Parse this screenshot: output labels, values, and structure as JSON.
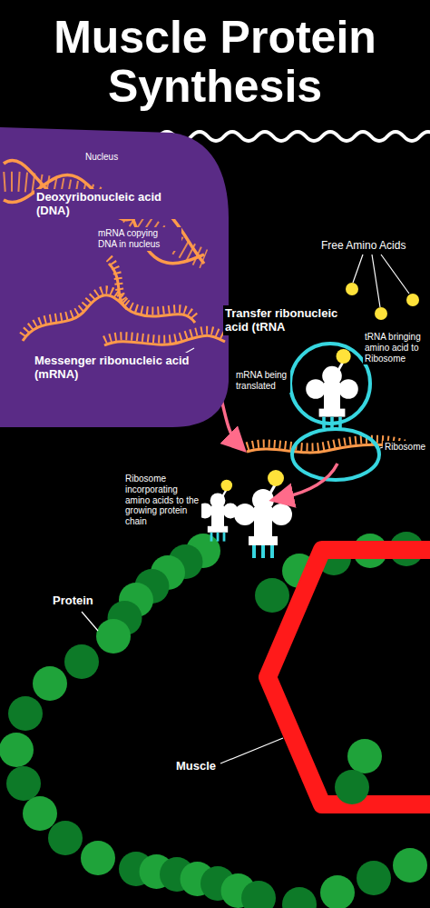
{
  "diagram": {
    "title": "Muscle Protein Synthesis",
    "nodes": [
      {
        "text": [
          "Nucleus",
          "Deoxyribonucleic acid (DNA)",
          "mRNA copying DNA in nucleus",
          "Messenger ribonucleic acid (mRNA)"
        ]
      }
    ],
    "labels": [
      "Free Amino Acids",
      "Transfer ribonucleic acid (tRNA",
      "tRNA bringing amino acid to Ribosome",
      "mRNA being translated",
      "Ribosome",
      "Ribosome incorporating amino acids to the growing protein chain",
      "Protein",
      "Muscle"
    ]
  }
}
